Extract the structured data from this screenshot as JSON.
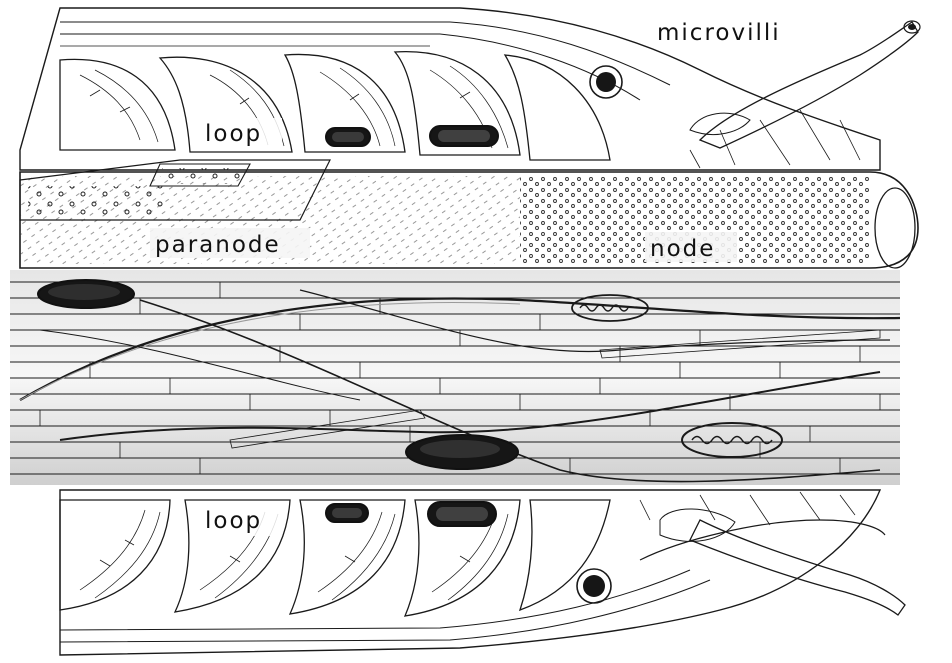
{
  "figure": {
    "labels": {
      "microvilli": "microvilli",
      "loop_top": "loop",
      "paranode": "paranode",
      "node": "node",
      "loop_bottom": "loop"
    }
  },
  "colors": {
    "ink": "#1a1a1a",
    "paper": "#ffffff",
    "shade_light": "#dcdcdc",
    "shade_mid": "#b4b4b4",
    "shade_dark": "#7a7a7a",
    "organelle": "#161616"
  }
}
